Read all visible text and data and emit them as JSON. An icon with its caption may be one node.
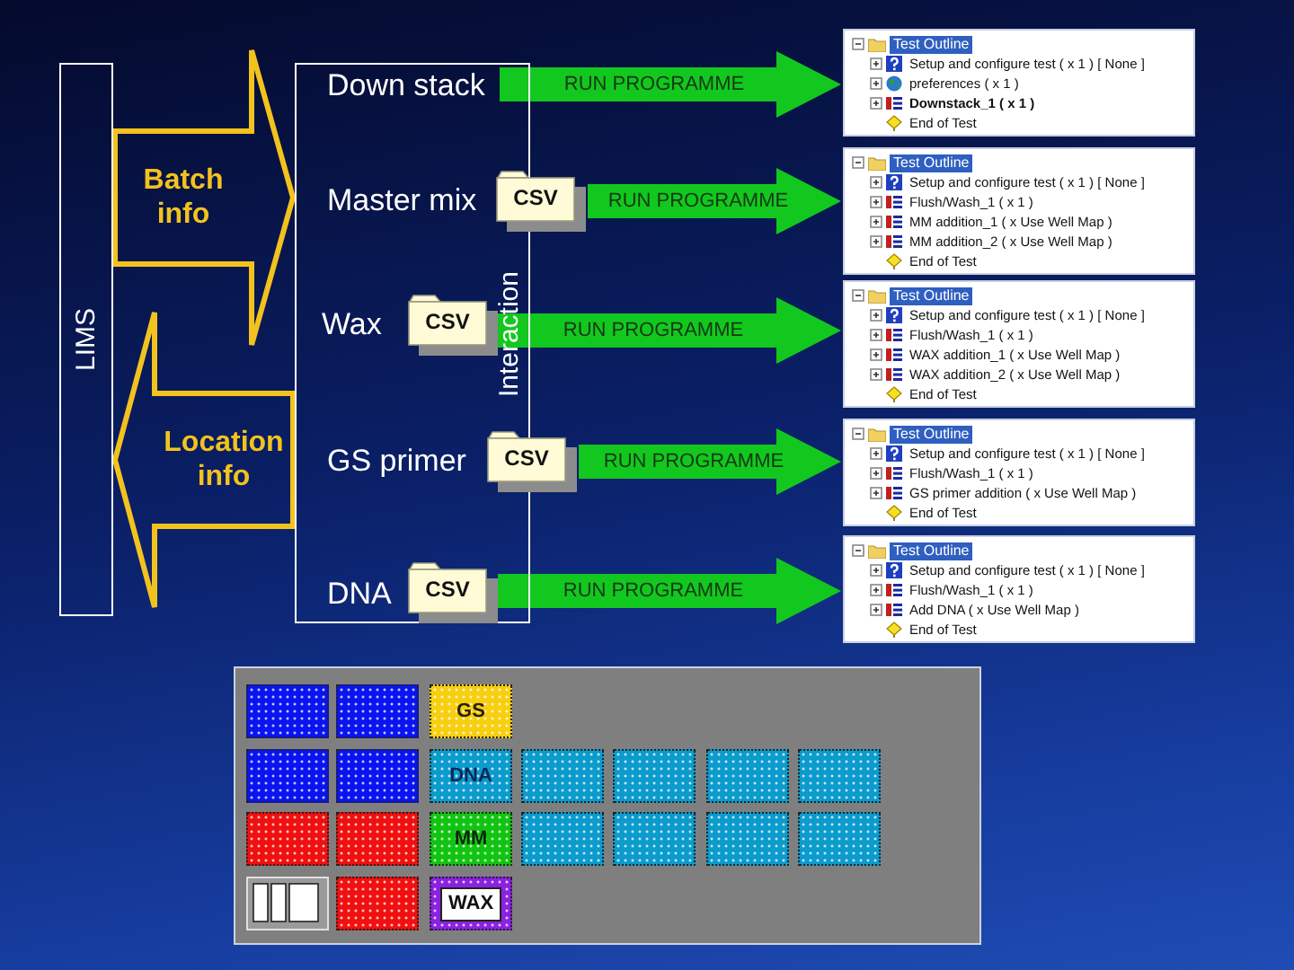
{
  "diagram": {
    "nodes": [
      {
        "text": [
          "LIMS"
        ]
      },
      {
        "text": [
          "Interaction"
        ]
      },
      {
        "text": [
          "Down stack"
        ],
        "in": 1
      },
      {
        "text": [
          "Master mix"
        ],
        "in": 1
      },
      {
        "text": [
          "CSV"
        ]
      },
      {
        "text": [
          "Wax"
        ],
        "in": 1
      },
      {
        "text": [
          "CSV"
        ],
        "in": 1
      },
      {
        "text": [
          "GS primer"
        ],
        "in": 1
      },
      {
        "text": [
          "CSV"
        ]
      },
      {
        "text": [
          "DNA"
        ],
        "in": 1
      },
      {
        "text": [
          "CSV"
        ],
        "in": 1
      },
      {
        "text": [
          "Test Outline",
          "Setup and configure test ( x 1 ) [ None ]",
          "preferences ( x 1 )",
          "Downstack_1 ( x 1 )",
          "End of Test"
        ]
      },
      {
        "text": [
          "Test Outline",
          "Setup and configure test ( x 1 ) [ None ]",
          "Flush/Wash_1 ( x 1 )",
          "MM addition_1 ( x Use Well Map )",
          "MM addition_2 ( x Use Well Map )",
          "End of Test"
        ]
      },
      {
        "text": [
          "Test Outline",
          "Setup and configure test ( x 1 ) [ None ]",
          "Flush/Wash_1 ( x 1 )",
          "WAX addition_1 ( x Use Well Map )",
          "WAX addition_2 ( x Use Well Map )",
          "End of Test"
        ]
      },
      {
        "text": [
          "Test Outline",
          "Setup and configure test ( x 1 ) [ None ]",
          "Flush/Wash_1 ( x 1 )",
          "GS primer addition ( x Use Well Map )",
          "End of Test"
        ]
      },
      {
        "text": [
          "Test Outline",
          "Setup and configure test ( x 1 ) [ None ]",
          "Flush/Wash_1 ( x 1 )",
          "Add DNA ( x Use Well Map )",
          "End of Test"
        ]
      },
      {
        "text": [],
        "shape": "box"
      },
      {
        "text": [],
        "shape": "box",
        "in": 16
      },
      {
        "text": [],
        "shape": "box",
        "in": 16
      },
      {
        "text": [
          "GS"
        ],
        "in": 16
      },
      {
        "text": [],
        "shape": "box",
        "in": 16
      },
      {
        "text": [],
        "shape": "box",
        "in": 16
      },
      {
        "text": [
          "DNA"
        ],
        "in": 16
      },
      {
        "text": [],
        "shape": "box",
        "in": 16
      },
      {
        "text": [],
        "shape": "box",
        "in": 16
      },
      {
        "text": [],
        "shape": "box",
        "in": 16
      },
      {
        "text": [],
        "shape": "box",
        "in": 16
      },
      {
        "text": [],
        "shape": "box",
        "in": 16
      },
      {
        "text": [],
        "shape": "box",
        "in": 16
      },
      {
        "text": [
          "MM"
        ],
        "in": 16
      },
      {
        "text": [],
        "shape": "box",
        "in": 16
      },
      {
        "text": [],
        "shape": "box",
        "in": 16
      },
      {
        "text": [],
        "shape": "box",
        "in": 16
      },
      {
        "text": [],
        "shape": "box",
        "in": 16
      },
      {
        "text": [],
        "shape": "box",
        "in": 16
      },
      {
        "text": [],
        "shape": "box",
        "in": 16
      },
      {
        "text": [
          "WAX"
        ],
        "in": 16
      }
    ],
    "edges": [
      {
        "from": 0,
        "to": 1,
        "arrow": "to",
        "label": "Batch info",
        "style": "thick",
        "color": "#f2c21e"
      },
      {
        "from": 1,
        "to": 0,
        "arrow": "to",
        "label": "Location info",
        "style": "thick",
        "color": "#f2c21e"
      },
      {
        "from": 2,
        "to": 11,
        "arrow": "to",
        "label": "RUN PROGRAMME",
        "style": "thick"
      },
      {
        "from": 4,
        "to": 12,
        "arrow": "to",
        "label": "RUN PROGRAMME",
        "style": "thick"
      },
      {
        "from": 6,
        "to": 13,
        "arrow": "to",
        "label": "RUN PROGRAMME",
        "style": "thick"
      },
      {
        "from": 8,
        "to": 14,
        "arrow": "to",
        "label": "RUN PROGRAMME",
        "style": "thick"
      },
      {
        "from": 10,
        "to": 15,
        "arrow": "to",
        "label": "RUN PROGRAMME",
        "style": "thick"
      }
    ]
  }
}
